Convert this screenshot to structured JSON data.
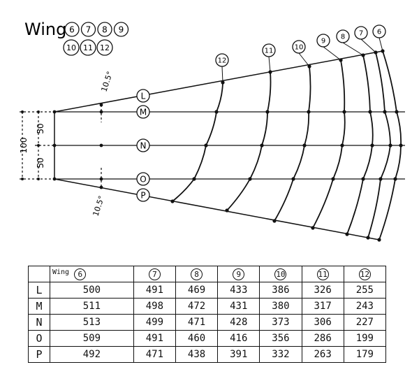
{
  "title": {
    "word": "Wing",
    "numbers_row1": [
      "6",
      "7",
      "8",
      "9"
    ],
    "numbers_row2": [
      "10",
      "11",
      "12"
    ]
  },
  "dimensions": {
    "total": "100",
    "upper_half": "50",
    "lower_half": "50",
    "angle_top": "10.5°",
    "angle_bottom": "10.5°"
  },
  "stations": [
    "12",
    "11",
    "10",
    "9",
    "8",
    "7",
    "6"
  ],
  "row_labels": [
    "L",
    "M",
    "N",
    "O",
    "P"
  ],
  "table": {
    "corner_label": "Wing",
    "columns": [
      "6",
      "7",
      "8",
      "9",
      "10",
      "11",
      "12"
    ],
    "rows": [
      {
        "label": "L",
        "values": [
          "500",
          "491",
          "469",
          "433",
          "386",
          "326",
          "255"
        ]
      },
      {
        "label": "M",
        "values": [
          "511",
          "498",
          "472",
          "431",
          "380",
          "317",
          "243"
        ]
      },
      {
        "label": "N",
        "values": [
          "513",
          "499",
          "471",
          "428",
          "373",
          "306",
          "227"
        ]
      },
      {
        "label": "O",
        "values": [
          "509",
          "491",
          "460",
          "416",
          "356",
          "286",
          "199"
        ]
      },
      {
        "label": "P",
        "values": [
          "492",
          "471",
          "438",
          "391",
          "332",
          "263",
          "179"
        ]
      }
    ]
  }
}
